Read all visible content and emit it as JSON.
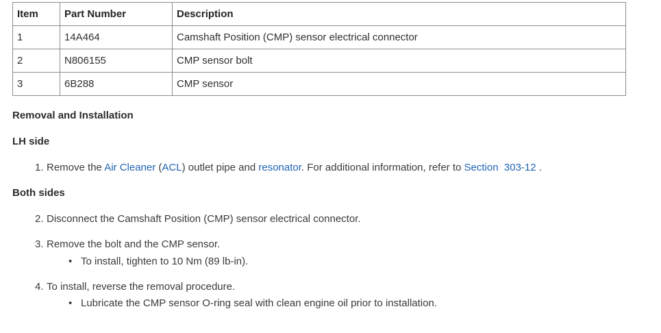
{
  "table": {
    "headers": [
      "Item",
      "Part Number",
      "Description"
    ],
    "rows": [
      {
        "item": "1",
        "part_number": "14A464",
        "description": "Camshaft Position (CMP) sensor electrical connector"
      },
      {
        "item": "2",
        "part_number": "N806155",
        "description": "CMP sensor bolt"
      },
      {
        "item": "3",
        "part_number": "6B288",
        "description": "CMP sensor"
      }
    ]
  },
  "headings": {
    "removal_installation": "Removal and Installation",
    "lh_side": "LH side",
    "both_sides": "Both sides"
  },
  "steps": {
    "step1": {
      "number": "1.",
      "text_a": "Remove the ",
      "link_air_cleaner": "Air Cleaner",
      "text_b": " (",
      "link_acl": "ACL",
      "text_c": ") outlet pipe and ",
      "link_resonator": "resonator",
      "text_d": ". For additional information, refer to ",
      "link_section": "Section  303-12",
      "text_e": " ."
    },
    "step2": {
      "number": "2.",
      "text": "Disconnect the Camshaft Position (CMP) sensor electrical connector."
    },
    "step3": {
      "number": "3.",
      "text": "Remove the bolt and the CMP sensor."
    },
    "step4": {
      "number": "4.",
      "text": "To install, reverse the removal procedure."
    }
  },
  "bullets": {
    "marker": "•",
    "bullet1": "To install, tighten to 10 Nm (89 lb-in).",
    "bullet2": "Lubricate the CMP sensor O-ring seal with clean engine oil prior to installation."
  },
  "colors": {
    "link": "#1f63b5",
    "text": "#333333",
    "table_border": "#8c8c8c"
  }
}
